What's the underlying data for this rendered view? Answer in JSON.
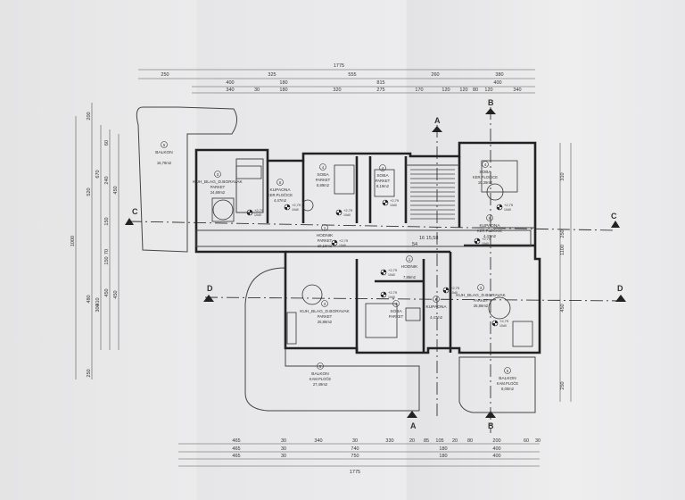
{
  "dims": {
    "top_row1": [
      "1775"
    ],
    "top_row2": [
      "250",
      "325",
      "555",
      "260",
      "380"
    ],
    "top_row3": [
      "400",
      "180",
      "815",
      "400"
    ],
    "top_row4": [
      "340",
      "30",
      "180",
      "320",
      "275",
      "170",
      "120",
      "120",
      "80",
      "120",
      "340"
    ],
    "left_outer": "1000",
    "left_col2": [
      "200",
      "520",
      "480",
      "250"
    ],
    "left_col3": [
      "670",
      "410",
      "300"
    ],
    "left_col4": [
      "60",
      "240",
      "150",
      "70",
      "150",
      "450"
    ],
    "left_col5": [
      "450",
      "450"
    ],
    "right_col": [
      "310",
      "250",
      "1100",
      "450",
      "250"
    ],
    "bottom_row1": [
      "465",
      "30",
      "340",
      "30",
      "330",
      "20",
      "85",
      "105",
      "20",
      "80",
      "200",
      "60",
      "30"
    ],
    "bottom_row2": [
      "465",
      "30",
      "740",
      "180",
      "400"
    ],
    "bottom_row3": [
      "465",
      "30",
      "750",
      "180",
      "400"
    ],
    "bottom_row4": [
      "1775"
    ]
  },
  "sections": {
    "A": "A",
    "B": "B",
    "C": "C",
    "D": "D"
  },
  "rooms": [
    {
      "num": "5",
      "name": "BALKON",
      "sub": "",
      "area": "16,78m2"
    },
    {
      "num": "3",
      "name": "KUH_BLAG_D.BORAVAK",
      "sub": "PARKET",
      "area": "24,69m2"
    },
    {
      "num": "6",
      "name": "KUPAONA",
      "sub": "KER.PLOČICE",
      "area": "4,47m2"
    },
    {
      "num": "4",
      "name": "SOBA",
      "sub": "PARKET",
      "area": "8,89m2"
    },
    {
      "num": "4",
      "name": "SOBA",
      "sub": "PARKET",
      "area": "8,19m2"
    },
    {
      "num": "4",
      "name": "SOBA",
      "sub": "KER.PLOČICE",
      "area": "10,39m2"
    },
    {
      "num": "6",
      "name": "KUPAONA",
      "sub": "KER.PLOČICE",
      "area": "4,47m2"
    },
    {
      "num": "1",
      "name": "HODNIK",
      "sub": "PARKET",
      "area": "10,19m2"
    },
    {
      "num": "1",
      "name": "HODNIK",
      "sub": "",
      "area": "7,85m2"
    },
    {
      "num": "6",
      "name": "KUPAONA",
      "sub": "",
      "area": "4,47m2"
    },
    {
      "num": "3",
      "name": "KUH_BLAG_D.BORAVAK",
      "sub": "PARKET",
      "area": "25,86m2"
    },
    {
      "num": "3",
      "name": "KUH_BLAG_D.BORAVAK",
      "sub": "PARKET",
      "area": "25,86m2"
    },
    {
      "num": "4",
      "name": "SOBA",
      "sub": "PARKET",
      "area": ""
    },
    {
      "num": "5",
      "name": "BALKON",
      "sub": "KAM.PLOČE",
      "area": "27,49m2"
    },
    {
      "num": "5",
      "name": "BALKON",
      "sub": "KAM.PLOČE",
      "area": "8,00m2"
    }
  ],
  "stair": {
    "steps": "16",
    "riser": "15,58",
    "count": "54"
  },
  "level": {
    "value": "+2,79",
    "sub": "10d0"
  }
}
